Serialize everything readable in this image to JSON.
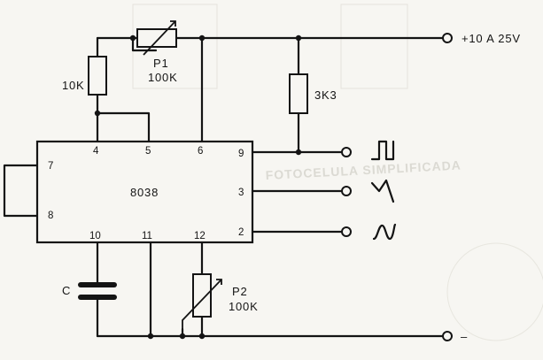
{
  "ic": {
    "part": "8038",
    "pins": {
      "p4": "4",
      "p5": "5",
      "p6": "6",
      "p9": "9",
      "p7": "7",
      "p8": "8",
      "p3": "3",
      "p2": "2",
      "p10": "10",
      "p11": "11",
      "p12": "12"
    }
  },
  "components": {
    "r_10k": "10K",
    "p1_name": "P1",
    "p1_value": "100K",
    "r_3k3": "3K3",
    "cap_name": "C",
    "p2_name": "P2",
    "p2_value": "100K"
  },
  "supply": {
    "positive": "+10 A 25V",
    "negative": "–"
  },
  "bleed_through": {
    "line1": "FOTOCELULA SIMPLIFICADA"
  }
}
